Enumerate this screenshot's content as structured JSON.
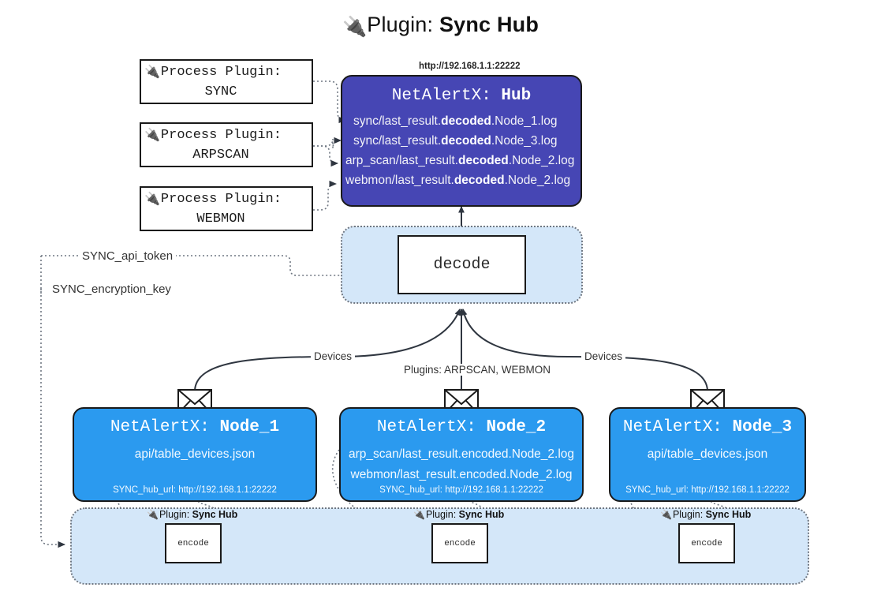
{
  "title": {
    "icon": "plug-icon",
    "prefix": "Plugin: ",
    "name": "Sync Hub"
  },
  "hub_url_label": "http://192.168.1.1:22222",
  "process_plugins": [
    {
      "icon": "plug-icon",
      "line1": "Process Plugin:",
      "line2": "SYNC"
    },
    {
      "icon": "plug-icon",
      "line1": "Process Plugin:",
      "line2": "ARPSCAN"
    },
    {
      "icon": "plug-icon",
      "line1": "Process Plugin:",
      "line2": "WEBMON"
    }
  ],
  "hub": {
    "app": "NetAlertX: ",
    "name": "Hub",
    "rows": [
      {
        "pre": "sync/last_result.",
        "mid": "decoded",
        "post": ".Node_1.log"
      },
      {
        "pre": "sync/last_result.",
        "mid": "decoded",
        "post": ".Node_3.log"
      },
      {
        "pre": "arp_scan/last_result.",
        "mid": "decoded",
        "post": ".Node_2.log"
      },
      {
        "pre": "webmon/last_result.",
        "mid": "decoded",
        "post": ".Node_2.log"
      }
    ]
  },
  "decode": {
    "label": "decode"
  },
  "tokens": {
    "api_token": "SYNC_api_token",
    "encryption_key": "SYNC_encryption_key"
  },
  "edge_labels": {
    "devices_left": "Devices",
    "devices_right": "Devices",
    "plugins_center": "Plugins: ARPSCAN, WEBMON"
  },
  "nodes": [
    {
      "app": "NetAlertX: ",
      "name": "Node_1",
      "lines": [
        "api/table_devices.json"
      ],
      "footer": "SYNC_hub_url: http://192.168.1.1:22222",
      "mail_icon": "envelope-icon"
    },
    {
      "app": "NetAlertX: ",
      "name": "Node_2",
      "lines": [
        "arp_scan/last_result.encoded.Node_2.log",
        "webmon/last_result.encoded.Node_2.log"
      ],
      "footer": "SYNC_hub_url: http://192.168.1.1:22222",
      "mail_icon": "envelope-icon"
    },
    {
      "app": "NetAlertX: ",
      "name": "Node_3",
      "lines": [
        "api/table_devices.json"
      ],
      "footer": "SYNC_hub_url: http://192.168.1.1:22222",
      "mail_icon": "envelope-icon"
    }
  ],
  "encoders": [
    {
      "caption_icon": "plug-icon",
      "caption_pre": "Plugin: ",
      "caption_name": "Sync Hub",
      "label": "encode"
    },
    {
      "caption_icon": "plug-icon",
      "caption_pre": "Plugin: ",
      "caption_name": "Sync Hub",
      "label": "encode"
    },
    {
      "caption_icon": "plug-icon",
      "caption_pre": "Plugin: ",
      "caption_name": "Sync Hub",
      "label": "encode"
    }
  ],
  "colors": {
    "hub_fill": "#4646b4",
    "node_fill": "#2b9aef",
    "container_fill": "#d4e7f9",
    "stroke": "#1a1a1a",
    "dotted": "#6f7782"
  }
}
